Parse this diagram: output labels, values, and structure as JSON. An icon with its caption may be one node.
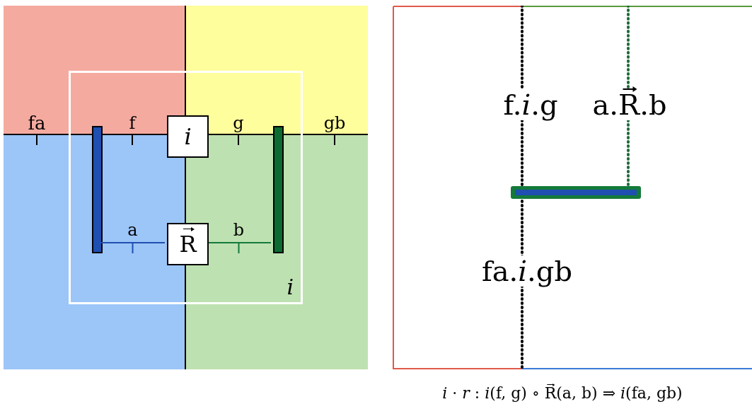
{
  "diagram": {
    "caption": "*i* · *r* : *i*(f, g) ∘ R⃗(a, b) ⇒ *i*(fa, gb)",
    "nodes": [
      {
        "text": [
          "i"
        ]
      },
      {
        "text": [
          "i"
        ],
        "in": 0
      },
      {
        "text": [
          "R⃗"
        ],
        "in": 0
      },
      {
        "text": [],
        "shape": "bar",
        "in": 0
      },
      {
        "text": [],
        "shape": "bar",
        "in": 0
      }
    ],
    "edges": [
      {
        "from": 3,
        "to": 2,
        "arrow": "none",
        "label": "a",
        "color": "#1f4fb0"
      },
      {
        "from": 2,
        "to": 4,
        "arrow": "none",
        "label": "b",
        "color": "#137a3a"
      }
    ],
    "labels": [
      "fa",
      "f",
      "g",
      "gb",
      "f.*i*.g",
      "a.R⃗.b",
      "fa.*i*.gb"
    ]
  }
}
